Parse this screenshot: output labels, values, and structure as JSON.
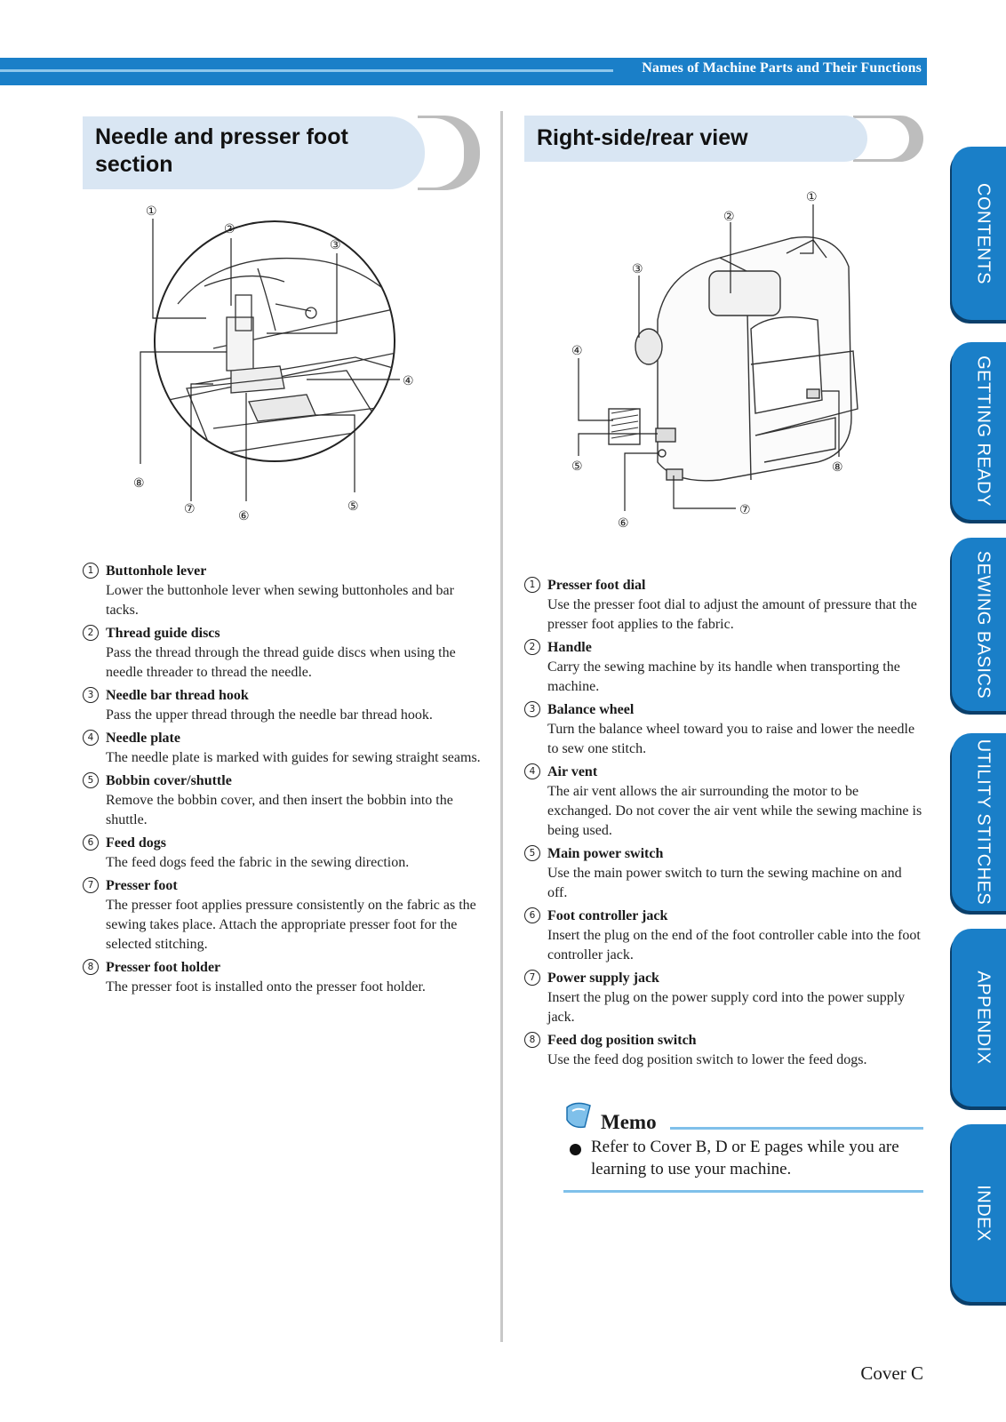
{
  "header": {
    "title": "Names of Machine Parts and Their Functions"
  },
  "left_section": {
    "title": "Needle and presser foot section",
    "callouts": [
      "①",
      "②",
      "③",
      "④",
      "⑤",
      "⑥",
      "⑦",
      "⑧"
    ],
    "parts": [
      {
        "num": "1",
        "name": "Buttonhole lever",
        "desc": "Lower the buttonhole lever when sewing buttonholes and bar tacks."
      },
      {
        "num": "2",
        "name": "Thread guide discs",
        "desc": "Pass the thread through the thread guide discs when using the needle threader to thread the needle."
      },
      {
        "num": "3",
        "name": "Needle bar thread hook",
        "desc": "Pass the upper thread through the needle bar thread hook."
      },
      {
        "num": "4",
        "name": "Needle plate",
        "desc": "The needle plate is marked with guides for sewing straight seams."
      },
      {
        "num": "5",
        "name": "Bobbin cover/shuttle",
        "desc": "Remove the bobbin cover, and then insert the bobbin into the shuttle."
      },
      {
        "num": "6",
        "name": "Feed dogs",
        "desc": "The feed dogs feed the fabric in the sewing direction."
      },
      {
        "num": "7",
        "name": "Presser foot",
        "desc": "The presser foot applies pressure consistently on the fabric as the sewing takes place. Attach the appropriate presser foot for the selected stitching."
      },
      {
        "num": "8",
        "name": "Presser foot holder",
        "desc": "The presser foot is installed onto the presser foot holder."
      }
    ]
  },
  "right_section": {
    "title": "Right-side/rear view",
    "callouts": [
      "①",
      "②",
      "③",
      "④",
      "⑤",
      "⑥",
      "⑦",
      "⑧"
    ],
    "parts": [
      {
        "num": "1",
        "name": "Presser foot dial",
        "desc": "Use the presser foot dial to adjust the amount of pressure that the presser foot applies to the fabric."
      },
      {
        "num": "2",
        "name": "Handle",
        "desc": "Carry the sewing machine by its handle when transporting the machine."
      },
      {
        "num": "3",
        "name": "Balance wheel",
        "desc": "Turn the balance wheel toward you to raise and lower the needle to sew one stitch."
      },
      {
        "num": "4",
        "name": "Air vent",
        "desc": "The air vent allows the air surrounding the motor to be exchanged. Do not cover the air vent while the sewing machine is being used."
      },
      {
        "num": "5",
        "name": "Main power switch",
        "desc": "Use the main power switch to turn the sewing machine on and off."
      },
      {
        "num": "6",
        "name": "Foot controller jack",
        "desc": "Insert the plug on the end of the foot controller cable into the foot controller jack."
      },
      {
        "num": "7",
        "name": "Power supply jack",
        "desc": "Insert the plug on the power supply cord into the power supply jack."
      },
      {
        "num": "8",
        "name": "Feed dog position switch",
        "desc": "Use the feed dog position switch to lower the feed dogs."
      }
    ]
  },
  "memo": {
    "title": "Memo",
    "text": "Refer to Cover B, D or E pages while you are learning to use your machine."
  },
  "tabs": [
    {
      "label": "CONTENTS",
      "color": "#1a7fc8"
    },
    {
      "label": "GETTING READY",
      "color": "#1a7fc8"
    },
    {
      "label": "SEWING BASICS",
      "color": "#1a7fc8"
    },
    {
      "label": "UTILITY STITCHES",
      "color": "#1a7fc8"
    },
    {
      "label": "APPENDIX",
      "color": "#1a7fc8"
    },
    {
      "label": "INDEX",
      "color": "#1a7fc8"
    }
  ],
  "footer": {
    "page_label": "Cover C"
  }
}
